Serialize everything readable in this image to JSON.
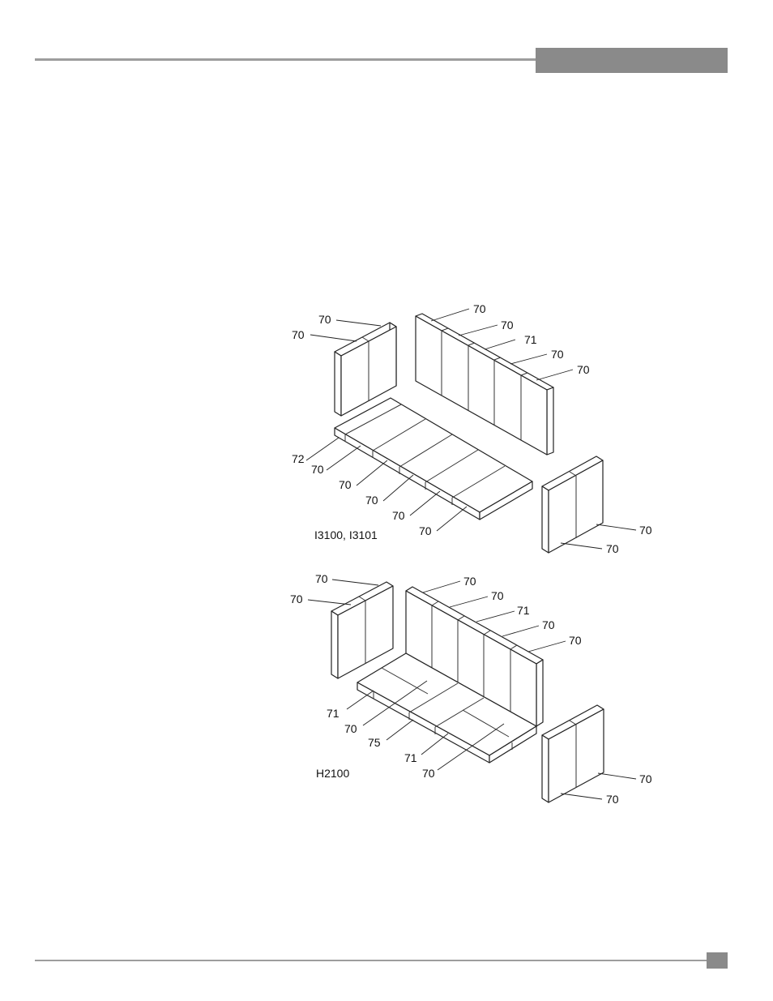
{
  "diagrams": [
    {
      "model_label": "I3100, I3101",
      "left_panel_callouts": [
        "70",
        "70"
      ],
      "back_wall_callouts": [
        "70",
        "70",
        "71",
        "70",
        "70"
      ],
      "floor_callouts": [
        "72",
        "70",
        "70",
        "70",
        "70",
        "70"
      ],
      "right_panel_callouts": [
        "70",
        "70"
      ]
    },
    {
      "model_label": "H2100",
      "left_panel_callouts": [
        "70",
        "70"
      ],
      "back_wall_callouts": [
        "70",
        "70",
        "71",
        "70",
        "70"
      ],
      "floor_callouts": [
        "71",
        "70",
        "75",
        "71",
        "70"
      ],
      "right_panel_callouts": [
        "70",
        "70"
      ]
    }
  ],
  "colors": {
    "header_rule": "#9d9d9d",
    "header_tab": "#8a8a8a",
    "line": "#222222"
  }
}
